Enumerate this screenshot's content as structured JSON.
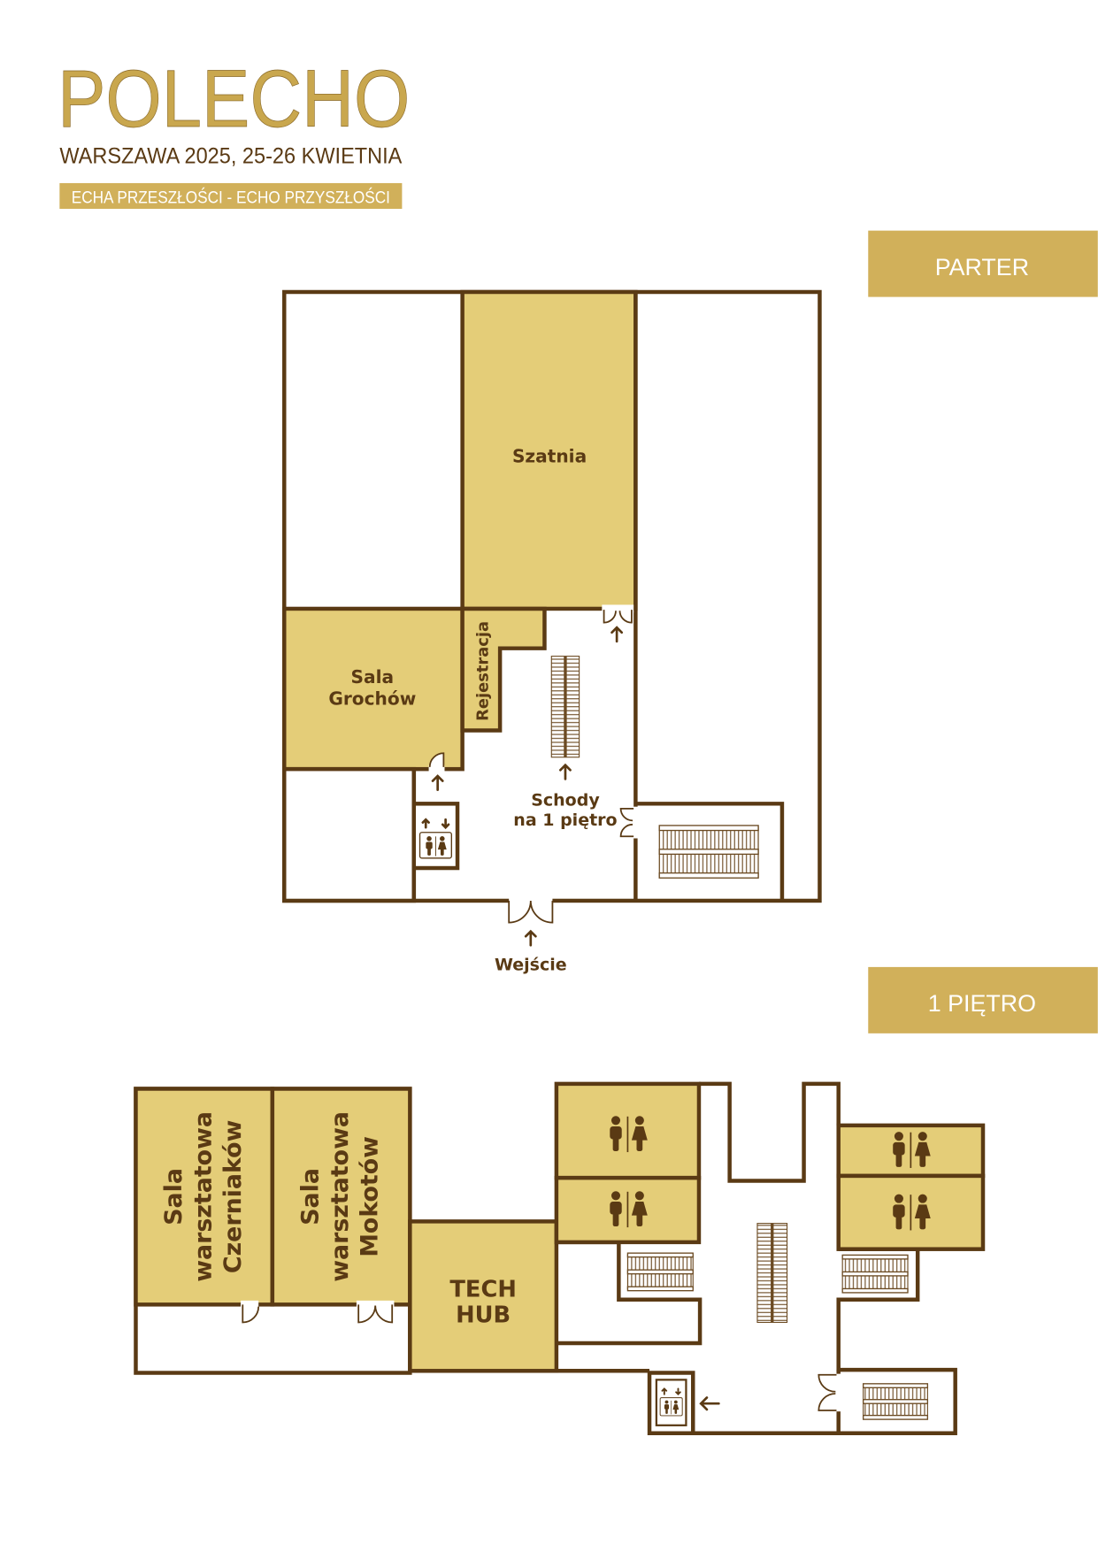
{
  "header": {
    "logo_text": "POLECHO",
    "subtitle": "WARSZAWA 2025, 25-26 KWIETNIA",
    "tagline": "ECHA PRZESZŁOŚCI - ECHO PRZYSZŁOŚCI"
  },
  "colors": {
    "gold_banner": "#d1b05a",
    "room_fill": "#e4cd78",
    "wall": "#5a3a14"
  },
  "floors": [
    {
      "title": "PARTER",
      "rooms": {
        "szatnia": "Szatnia",
        "sala_line1": "Sala",
        "sala_line2": "Grochów",
        "rejestracja": "Rejestracja"
      },
      "stairs_label_line1": "Schody",
      "stairs_label_line2": "na 1 piętro",
      "entrance": "Wejście"
    },
    {
      "title": "1 PIĘTRO",
      "rooms": {
        "czerniakow": [
          "Sala",
          "warsztatowa",
          "Czerniaków"
        ],
        "mokotow": [
          "Sala",
          "warsztatowa",
          "Mokotów"
        ],
        "tech_line1": "TECH",
        "tech_line2": "HUB"
      }
    }
  ],
  "icons": [
    "toilet-icon",
    "elevator-icon",
    "stairs-icon",
    "escalator-icon",
    "door-icon",
    "arrow-up-icon",
    "arrow-left-icon"
  ]
}
